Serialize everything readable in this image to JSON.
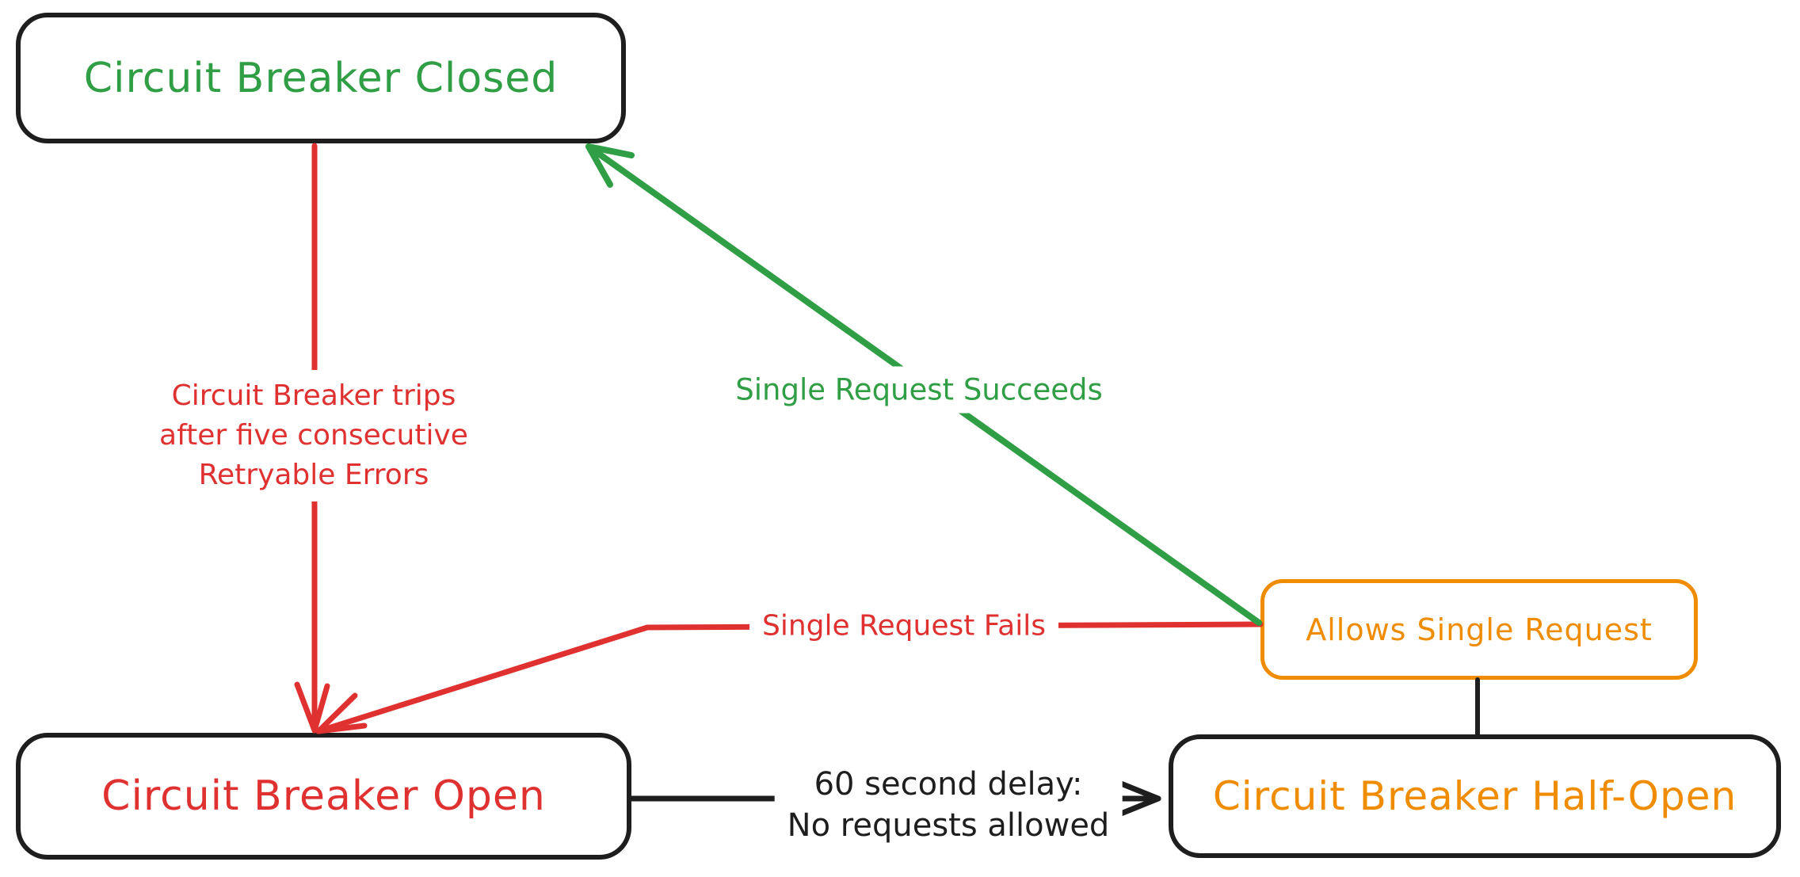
{
  "title": "Circuit breaker state diagram",
  "colors": {
    "background": "#ffffff",
    "black": "#1e1e1e",
    "red": "#e03131",
    "green": "#2f9e44",
    "orange": "#f08c00"
  },
  "nodes": {
    "closed": {
      "label": "Circuit Breaker Closed"
    },
    "open": {
      "label": "Circuit Breaker Open"
    },
    "half_open": {
      "label": "Circuit Breaker Half-Open"
    },
    "allows": {
      "label": "Allows Single Request"
    }
  },
  "edges": {
    "trip": {
      "from": "closed",
      "to": "open",
      "label_lines": [
        "Circuit Breaker trips",
        "after five consecutive",
        "Retryable Errors"
      ]
    },
    "succeed": {
      "from": "allows",
      "to": "closed",
      "label": "Single Request Succeeds"
    },
    "fail": {
      "from": "allows",
      "to": "open",
      "label": "Single Request Fails"
    },
    "delay": {
      "from": "open",
      "to": "half_open",
      "label_lines": [
        "60 second delay:",
        "No requests allowed"
      ]
    },
    "allows_link": {
      "from": "allows",
      "to": "half_open",
      "label": ""
    }
  }
}
